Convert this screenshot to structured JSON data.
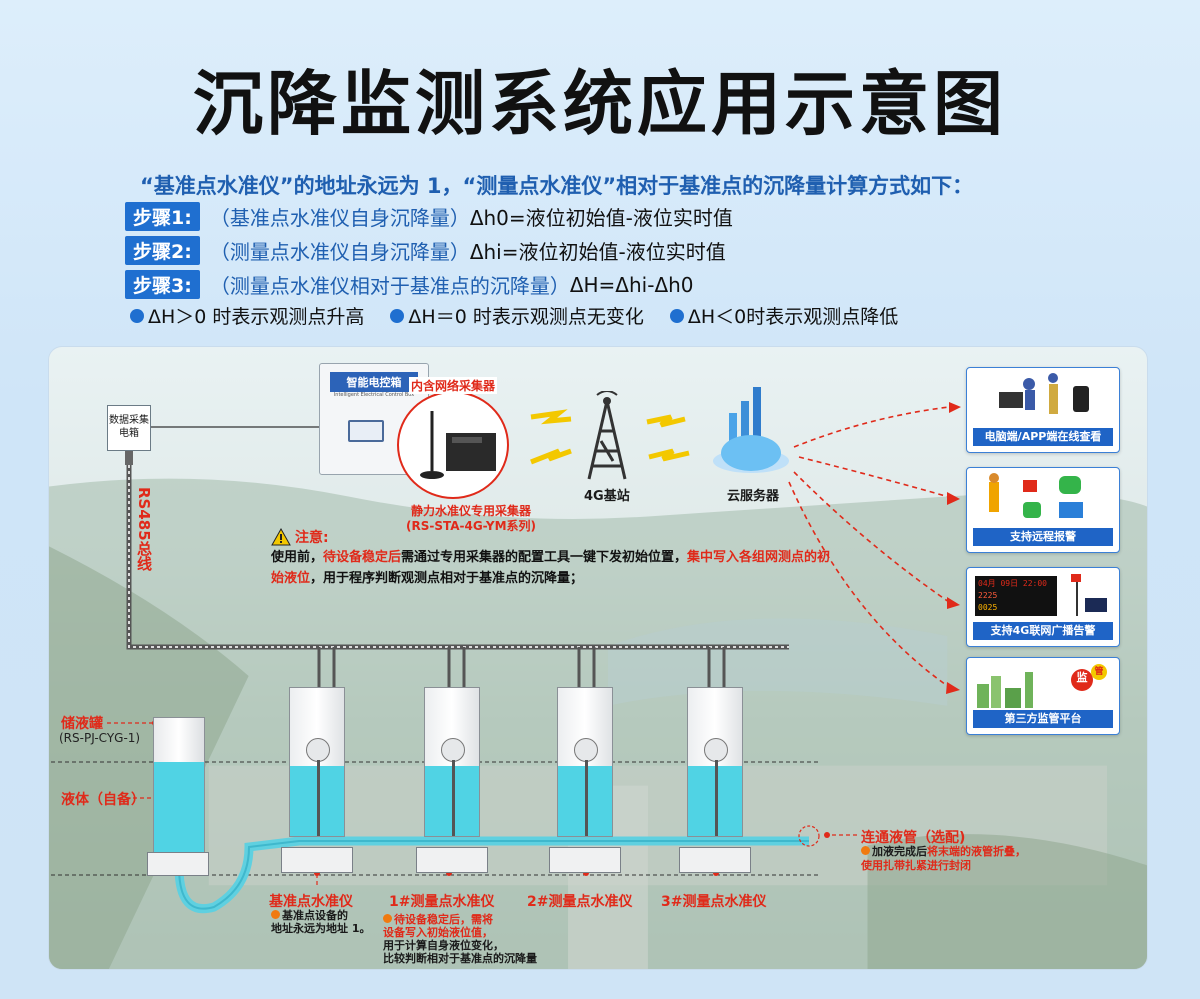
{
  "title": "沉降监测系统应用示意图",
  "intro": "“基准点水准仪”的地址永远为 1，“测量点水准仪”相对于基准点的沉降量计算方式如下：",
  "steps": [
    {
      "badge": "步骤1:",
      "text": "（基准点水准仪自身沉降量）",
      "formula": "Δh0=液位初始值-液位实时值"
    },
    {
      "badge": "步骤2:",
      "text": "（测量点水准仪自身沉降量）",
      "formula": "Δhi=液位初始值-液位实时值"
    },
    {
      "badge": "步骤3:",
      "text": "（测量点水准仪相对于基准点的沉降量）",
      "formula": "ΔH=Δhi-Δh0"
    }
  ],
  "bullets": [
    "ΔH＞0 时表示观测点升高",
    "ΔH＝0 时表示观测点无变化",
    "ΔH＜0时表示观测点降低"
  ],
  "diagram": {
    "data_box": "数据采集电箱",
    "rs485": "RS485总线",
    "control_box_title": "智能电控箱",
    "control_box_subtitle": "Intelligent Electrical Control Box",
    "collector_tag": "内含网络采集器",
    "collector_device_label": "静力水准仪专用采集器",
    "collector_model": "(RS-STA-4G-YM系列)",
    "tower_label": "4G基站",
    "cloud_label": "云服务器",
    "note_title": "注意:",
    "note_p1": "使用前，",
    "note_h1": "待设备稳定后",
    "note_p2": "需通过专用采集器的配置工具一键下发初始位置，",
    "note_h2": "集中写入各组网测点的初始液位",
    "note_p3": "，用于程序判断观测点相对于基准点的沉降量；",
    "cards": [
      {
        "caption": "电脑端/APP端在线查看"
      },
      {
        "caption": "支持远程报警"
      },
      {
        "caption": "支持4G联网广播告警"
      },
      {
        "caption": "第三方监管平台"
      }
    ],
    "led": {
      "date": "04月 09日 22:00",
      "row2": "2225",
      "row3": "0025"
    },
    "platform_sign": [
      "监",
      "管"
    ],
    "tank_label": "储液罐",
    "tank_model": "(RS-PJ-CYG-1)",
    "liquid_label": "液体（自备）",
    "pipe_label": "连通液管（选配)",
    "pipe_note_a": "加液完成后",
    "pipe_note_b": "将末端的液管折叠，",
    "pipe_note_c": "使用扎带扎紧进行封闭",
    "instruments": [
      {
        "label": "基准点水准仪"
      },
      {
        "label": "1#测量点水准仪"
      },
      {
        "label": "2#测量点水准仪"
      },
      {
        "label": "3#测量点水准仪"
      }
    ],
    "ref_note_1": "基准点设备的",
    "ref_note_2": "地址永远为地址 1。",
    "m1_note_1": "待设备稳定后，需将",
    "m1_note_2": "设备写入初始液位值，",
    "m1_note_3": "用于计算自身液位变化，",
    "m1_note_4": "比较判断相对于基准点的沉降量"
  }
}
